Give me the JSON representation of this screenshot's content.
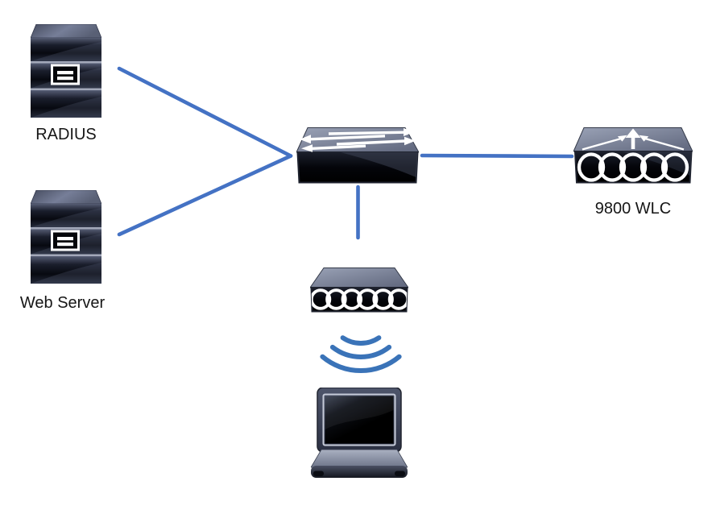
{
  "diagram": {
    "type": "network-topology",
    "colors": {
      "background": "#ffffff",
      "link": "#4472C4",
      "wireless_wave": "#3A73B8",
      "label_text": "#161616"
    },
    "nodes": {
      "radius": {
        "label": "RADIUS",
        "type": "server",
        "icon": "server-icon"
      },
      "web_server": {
        "label": "Web Server",
        "type": "server",
        "icon": "server-icon"
      },
      "switch": {
        "label": "",
        "type": "switch",
        "icon": "switch-icon"
      },
      "wlc": {
        "label": "9800 WLC",
        "type": "wireless-lan-controller",
        "icon": "wlc-icon"
      },
      "access_point": {
        "label": "",
        "type": "access-point",
        "icon": "access-point-icon"
      },
      "laptop": {
        "label": "",
        "type": "laptop-client",
        "icon": "laptop-icon"
      }
    },
    "connections": [
      {
        "from": "radius",
        "to": "switch",
        "style": "solid-line"
      },
      {
        "from": "web_server",
        "to": "switch",
        "style": "solid-line"
      },
      {
        "from": "switch",
        "to": "wlc",
        "style": "solid-line"
      },
      {
        "from": "switch",
        "to": "access_point",
        "style": "solid-line"
      },
      {
        "from": "access_point",
        "to": "laptop",
        "style": "wireless-waves"
      }
    ]
  }
}
